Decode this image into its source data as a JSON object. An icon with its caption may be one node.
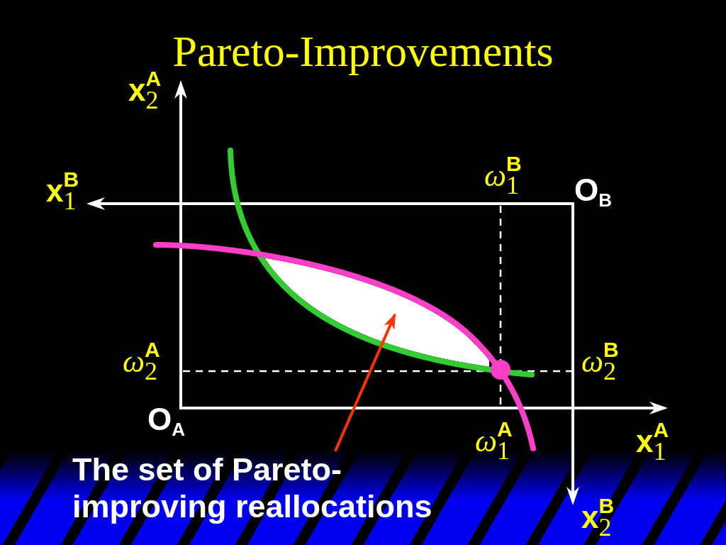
{
  "diagram": {
    "title": "Pareto-Improvements",
    "nodes": [
      {
        "text": [
          "The set of Pareto-improving reallocations"
        ]
      },
      {
        "text": [],
        "shape": "lens"
      }
    ],
    "edges": [
      {
        "from": 0,
        "to": 1,
        "arrow": "to",
        "color": "#ff3300"
      }
    ],
    "labels": [
      "x$_{2}$$^{A}$",
      "ω$_{1}$$^{B}$",
      "x$_{1}$$^{B}$",
      "O$_{B}$",
      "ω$_{2}$$^{A}$",
      "ω$_{2}$$^{B}$",
      "O$_{A}$",
      "ω$_{1}$$^{A}$",
      "x$_{1}$$^{A}$",
      "x$_{2}$$^{B}$"
    ]
  }
}
